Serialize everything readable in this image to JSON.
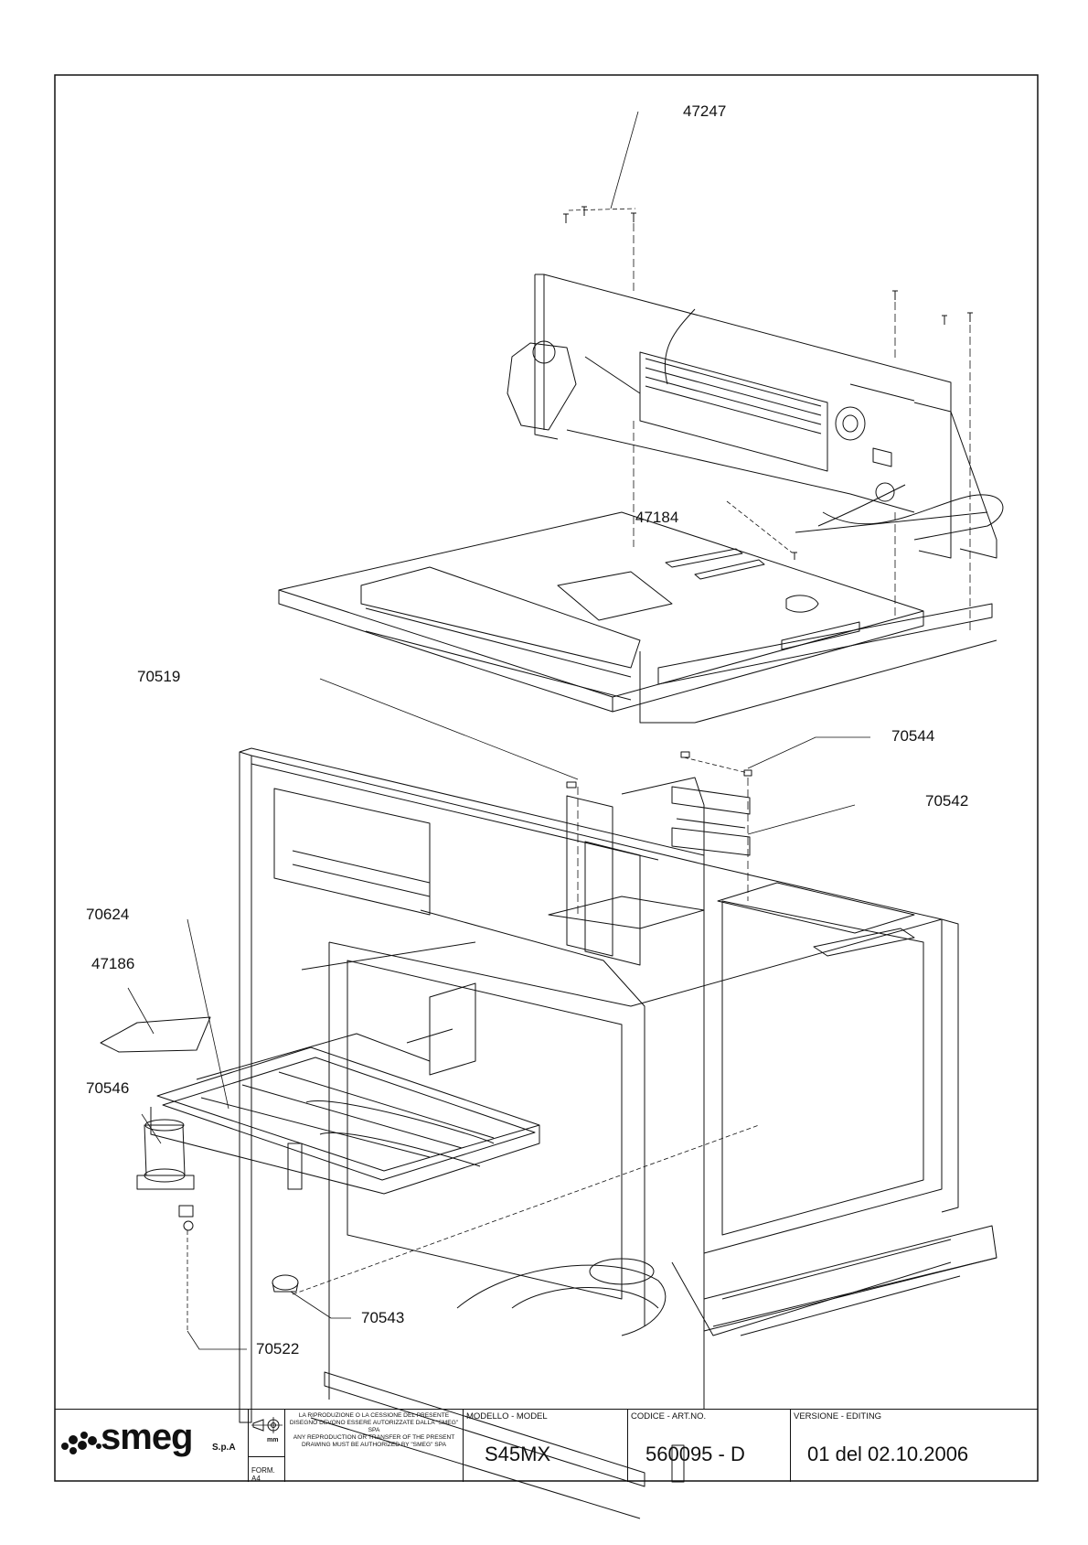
{
  "drawing": {
    "callouts": [
      {
        "id": "47247",
        "label": "47247"
      },
      {
        "id": "47184",
        "label": "47184"
      },
      {
        "id": "70519",
        "label": "70519"
      },
      {
        "id": "70544",
        "label": "70544"
      },
      {
        "id": "70542",
        "label": "70542"
      },
      {
        "id": "70624",
        "label": "70624"
      },
      {
        "id": "47186",
        "label": "47186"
      },
      {
        "id": "70546",
        "label": "70546"
      },
      {
        "id": "70543",
        "label": "70543"
      },
      {
        "id": "70522",
        "label": "70522"
      }
    ]
  },
  "title_block": {
    "logo_text": "smeg",
    "company_suffix": "S.p.A",
    "projection_unit": "mm",
    "form_label": "FORM. A4",
    "notice_it": "LA RIPRODUZIONE O LA CESSIONE DEL PRESENTE DISEGNO DEVONO ESSERE AUTORIZZATE DALLA \"SMEG\" SPA",
    "notice_en": "ANY REPRODUCTION OR TRANSFER OF THE PRESENT DRAWING MUST BE AUTHORIZED BY \"SMEG\" SPA",
    "model_label": "MODELLO - MODEL",
    "model_value": "S45MX",
    "code_label": "CODICE - ART.NO.",
    "code_value": "560095 - D",
    "version_label": "VERSIONE - EDITING",
    "version_value": "01 del 02.10.2006"
  },
  "colors": {
    "line": "#111111",
    "background": "#ffffff"
  }
}
